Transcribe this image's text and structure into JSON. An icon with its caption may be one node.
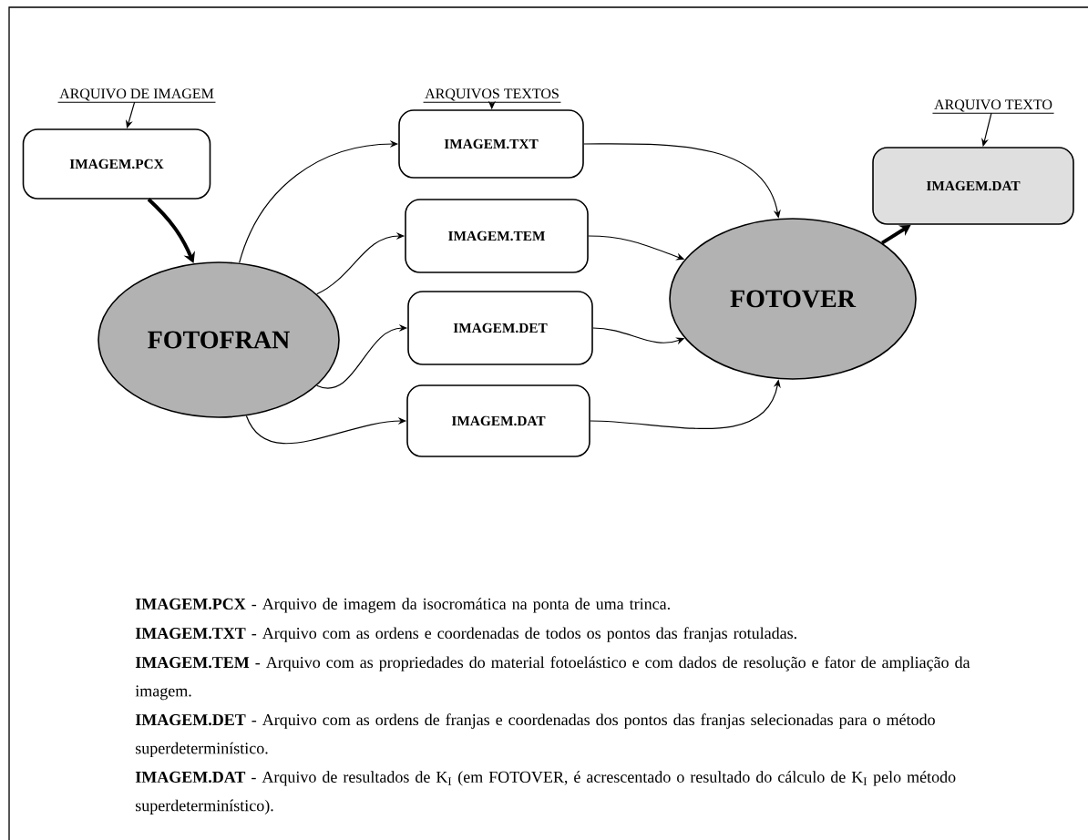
{
  "diagram": {
    "nodes": [
      {
        "text": [
          "ARQUIVO DE IMAGEM"
        ]
      },
      {
        "text": [
          "ARQUIVOS TEXTOS"
        ]
      },
      {
        "text": [
          "ARQUIVO TEXTO"
        ]
      },
      {
        "text": [
          "IMAGEM.PCX"
        ]
      },
      {
        "text": [
          "FOTOFRAN"
        ]
      },
      {
        "text": [
          "IMAGEM.TXT"
        ]
      },
      {
        "text": [
          "IMAGEM.TEM"
        ]
      },
      {
        "text": [
          "IMAGEM.DET"
        ]
      },
      {
        "text": [
          "IMAGEM.DAT"
        ]
      },
      {
        "text": [
          "FOTOVER"
        ]
      },
      {
        "text": [
          "IMAGEM.DAT"
        ]
      }
    ],
    "edges": [
      {
        "from": 0,
        "to": 3,
        "arrow": "to"
      },
      {
        "from": 1,
        "to": 5,
        "arrow": "to"
      },
      {
        "from": 2,
        "to": 10,
        "arrow": "to"
      },
      {
        "from": 3,
        "to": 4,
        "arrow": "to",
        "style": "thick"
      },
      {
        "from": 4,
        "to": 5,
        "arrow": "to"
      },
      {
        "from": 4,
        "to": 6,
        "arrow": "to"
      },
      {
        "from": 4,
        "to": 7,
        "arrow": "to"
      },
      {
        "from": 4,
        "to": 8,
        "arrow": "to"
      },
      {
        "from": 5,
        "to": 9,
        "arrow": "to"
      },
      {
        "from": 6,
        "to": 9,
        "arrow": "to"
      },
      {
        "from": 7,
        "to": 9,
        "arrow": "to"
      },
      {
        "from": 8,
        "to": 9,
        "arrow": "to"
      },
      {
        "from": 9,
        "to": 10,
        "arrow": "to",
        "style": "thick"
      }
    ],
    "labels": [
      "**IMAGEM.PCX** - Arquivo de imagem da isocromática na ponta de uma trinca.",
      "**IMAGEM.TXT** - Arquivo com as ordens e coordenadas de todos os pontos das franjas rotuladas.",
      "**IMAGEM.TEM** - Arquivo com as propriedades do material fotoelástico e com dados de resolução e fator de ampliação da imagem.",
      "**IMAGEM.DET** - Arquivo com as ordens de franjas e coordenadas dos pontos das franjas selecionadas para o método superdeterminístico.",
      "**IMAGEM.DAT** - Arquivo de resultados de K$_{I}$ (em FOTOVER, é acrescentado o resultado do cálculo de K$_{I}$ pelo método superdeterminístico)."
    ]
  }
}
